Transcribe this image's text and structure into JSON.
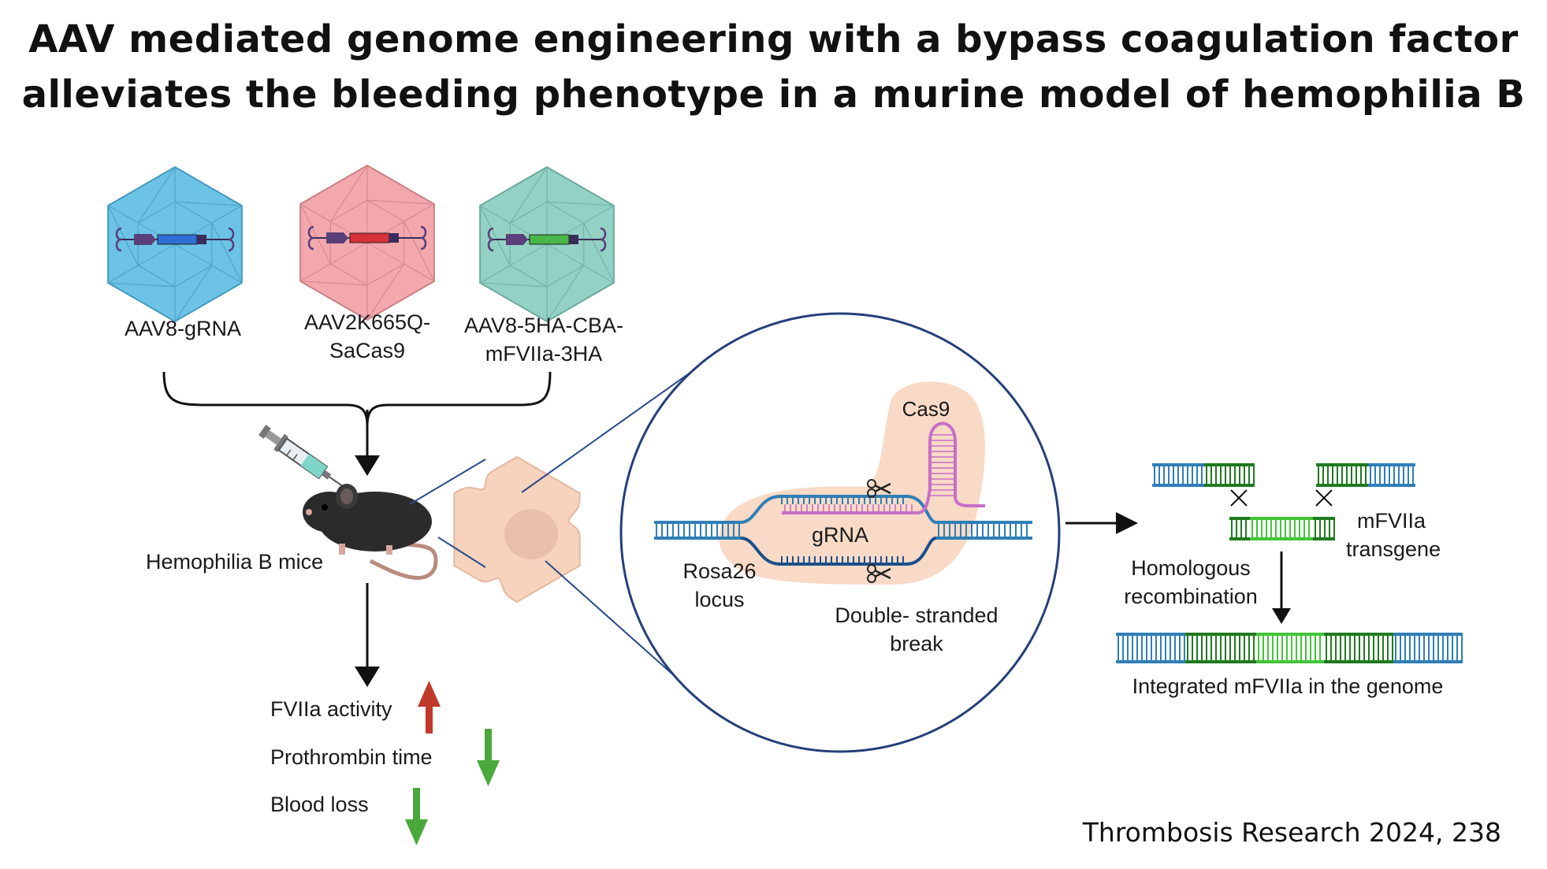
{
  "title_line1": "AAV mediated genome engineering with a bypass coagulation factor",
  "title_line2": "alleviates the bleeding phenotype in a murine model of hemophilia B",
  "vectors": [
    {
      "label_lines": [
        "AAV8-gRNA"
      ],
      "color": "#6cc3e6",
      "cassette_color": "#2e6fd6"
    },
    {
      "label_lines": [
        "AAV2K665Q-",
        "SaCas9"
      ],
      "color": "#f2a8ad",
      "cassette_color": "#d6303a"
    },
    {
      "label_lines": [
        "AAV8-5HA-CBA-",
        "mFVIIa-3HA"
      ],
      "color": "#93d1c4",
      "cassette_color": "#49b648"
    }
  ],
  "mice_label": "Hemophilia B mice",
  "outcomes": [
    {
      "label": "FVIIa activity",
      "direction": "up",
      "color": "#c0392b"
    },
    {
      "label": "Prothrombin time",
      "direction": "down",
      "color": "#4aa83c"
    },
    {
      "label": "Blood loss",
      "direction": "down",
      "color": "#4aa83c"
    }
  ],
  "zoom": {
    "cas9_label": "Cas9",
    "grna_label": "gRNA",
    "locus_label_lines": [
      "Rosa26",
      "locus"
    ],
    "break_label_lines": [
      "Double- stranded",
      "break"
    ]
  },
  "recombination": {
    "transgene_label_lines": [
      "mFVIIa",
      "transgene"
    ],
    "hr_label_lines": [
      "Homologous",
      "recombination"
    ],
    "result_label": "Integrated mFVIIa in the genome"
  },
  "citation": "Thrombosis Research 2024, 238",
  "colors": {
    "dna_blue": "#2f7fb6",
    "dna_dark_green": "#1f7a1f",
    "dna_light_green": "#43c43a",
    "cell_fill": "#f7d3bd",
    "gRNA": "#c76fc7"
  }
}
